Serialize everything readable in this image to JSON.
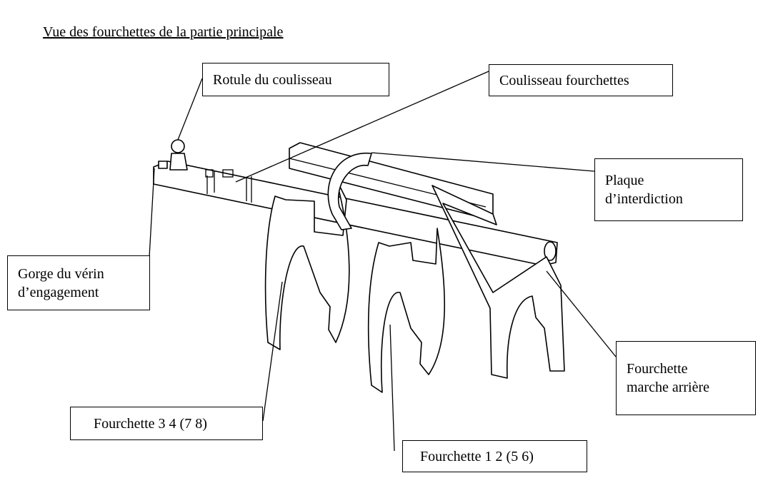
{
  "title": "Vue des fourchettes de la partie principale",
  "labels": {
    "rotule": "Rotule du coulisseau",
    "coulisseau": "Coulisseau fourchettes",
    "plaque_1": "Plaque",
    "plaque_2": "d’interdiction",
    "gorge_1": "Gorge du vérin",
    "gorge_2": "d’engagement",
    "marche_1": "Fourchette",
    "marche_2": "marche arrière",
    "f34": "Fourchette 3 4 (7 8)",
    "f12": "Fourchette 1 2 (5 6)"
  }
}
